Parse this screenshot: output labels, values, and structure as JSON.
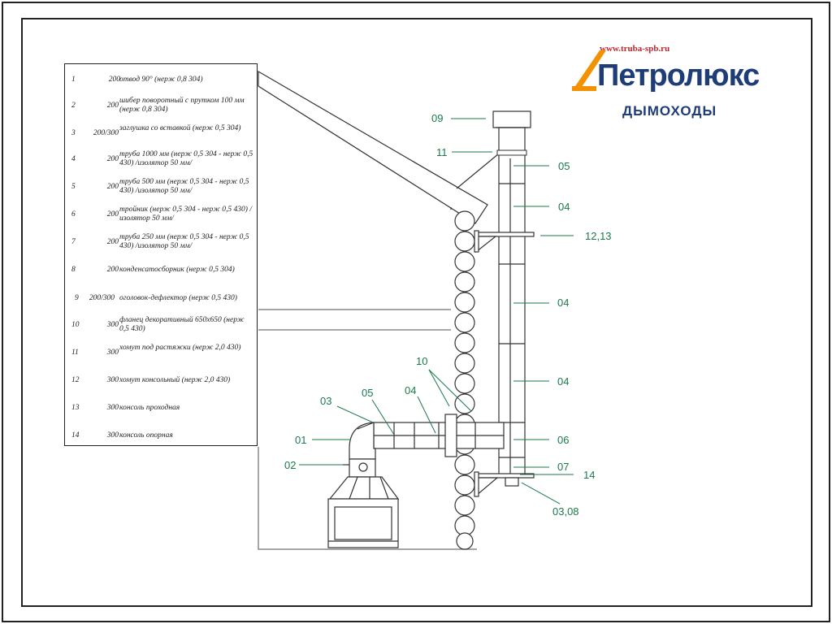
{
  "logo": {
    "url": "www.truba-spb.ru",
    "name": "Петролюкс",
    "subtitle": "ДЫМОХОДЫ",
    "colors": {
      "brand_blue": "#1d3c78",
      "brand_orange": "#f29200",
      "url_red": "#c0272d"
    }
  },
  "spec_table": [
    {
      "num": "1",
      "diameter": "200",
      "text": "отвод 90° (нерж 0,8 304)"
    },
    {
      "num": "2",
      "diameter": "200",
      "text": "шибер поворотный с прутком 100 мм (нерж 0,8 304)"
    },
    {
      "num": "3",
      "diameter": "200/300",
      "text": "заглушка со вставкой (нерж 0,5 304)"
    },
    {
      "num": "4",
      "diameter": "200",
      "text": "труба 1000 мм (нерж 0,5 304 - нерж 0,5 430) /изолятор 50 мм/"
    },
    {
      "num": "5",
      "diameter": "200",
      "text": "труба 500 мм (нерж 0,5 304 - нерж 0,5 430) /изолятор 50 мм/"
    },
    {
      "num": "6",
      "diameter": "200",
      "text": "тройник (нерж 0,5 304 - нерж 0,5 430) /изолятор 50 мм/"
    },
    {
      "num": "7",
      "diameter": "200",
      "text": "труба 250 мм (нерж 0,5 304 - нерж 0,5 430) /изолятор 50 мм/"
    },
    {
      "num": "8",
      "diameter": "200",
      "text": "конденсатосборник (нерж 0,5 304)"
    },
    {
      "num": "9",
      "diameter": "200/300",
      "text": "оголовок-дефлектор (нерж 0,5 430)"
    },
    {
      "num": "10",
      "diameter": "300",
      "text": "фланец декоративный 650х650 (нерж 0,5 430)"
    },
    {
      "num": "11",
      "diameter": "300",
      "text": "хомут под растяжки (нерж 2,0 430)"
    },
    {
      "num": "12",
      "diameter": "300",
      "text": "хомут консольный (нерж 2,0 430)"
    },
    {
      "num": "13",
      "diameter": "300",
      "text": "консоль проходная"
    },
    {
      "num": "14",
      "diameter": "300",
      "text": "консоль опорная"
    }
  ],
  "callouts": {
    "c09": "09",
    "c11": "11",
    "c05a": "05",
    "c04a": "04",
    "c1213": "12,13",
    "c04b": "04",
    "c04c": "04",
    "c10": "10",
    "c03": "03",
    "c05b": "05",
    "c04d": "04",
    "c06": "06",
    "c01": "01",
    "c07": "07",
    "c02": "02",
    "c14": "14",
    "c0308": "03,08"
  },
  "colors": {
    "callout_green": "#1a7a4a",
    "line": "#333333"
  }
}
